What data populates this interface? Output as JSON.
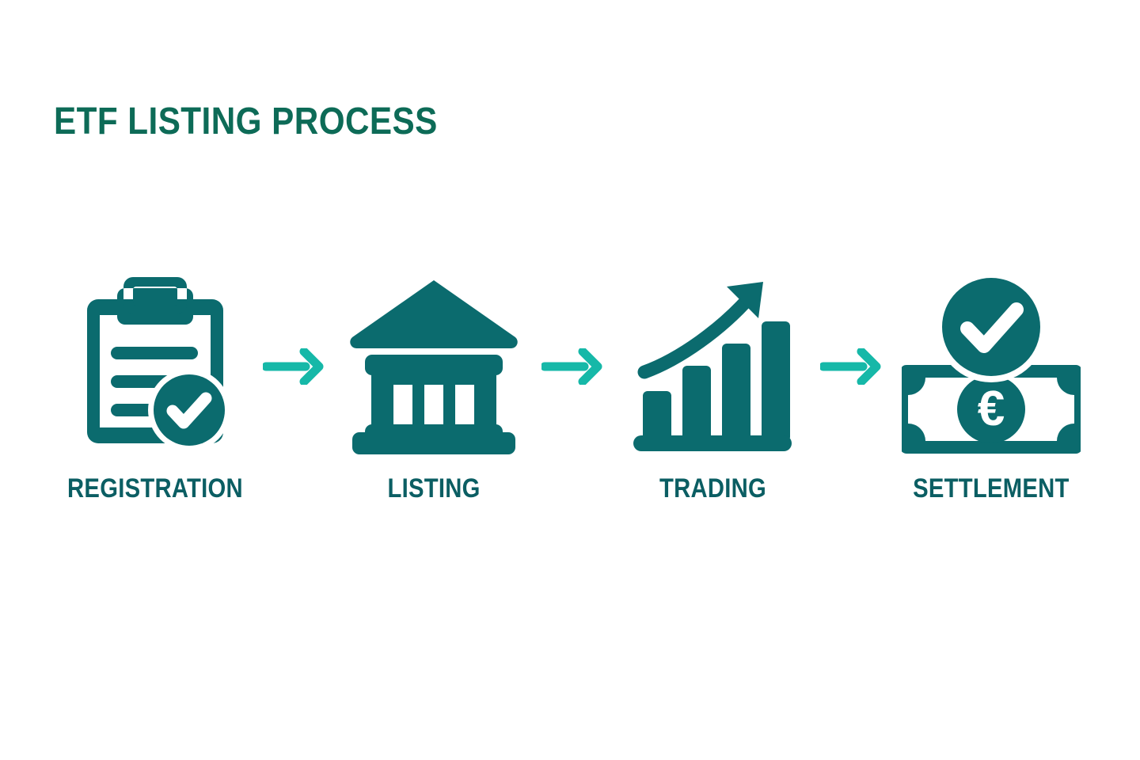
{
  "page": {
    "title": "ETF LISTING PROCESS",
    "background_color": "#ffffff"
  },
  "colors": {
    "title_teal": "#0d6b57",
    "icon_teal": "#0b6b6e",
    "label_teal": "#0b5e63",
    "arrow_teal": "#16b8a8",
    "white": "#ffffff"
  },
  "flow": {
    "steps": [
      {
        "label": "REGISTRATION",
        "icon": "clipboard-check-icon",
        "icon_description": "clipboard with document lines and a check-circle badge"
      },
      {
        "label": "LISTING",
        "icon": "bank-building-icon",
        "icon_description": "classical bank building with pediment roof, four columns and base"
      },
      {
        "label": "TRADING",
        "icon": "bar-chart-growth-icon",
        "icon_description": "four ascending bars with a rising curved arrow"
      },
      {
        "label": "SETTLEMENT",
        "icon": "euro-banknote-check-icon",
        "icon_description": "euro banknote with check-circle badge above"
      }
    ],
    "connectors": [
      {
        "icon": "arrow-right-icon"
      },
      {
        "icon": "arrow-right-icon"
      },
      {
        "icon": "arrow-right-icon"
      }
    ]
  }
}
